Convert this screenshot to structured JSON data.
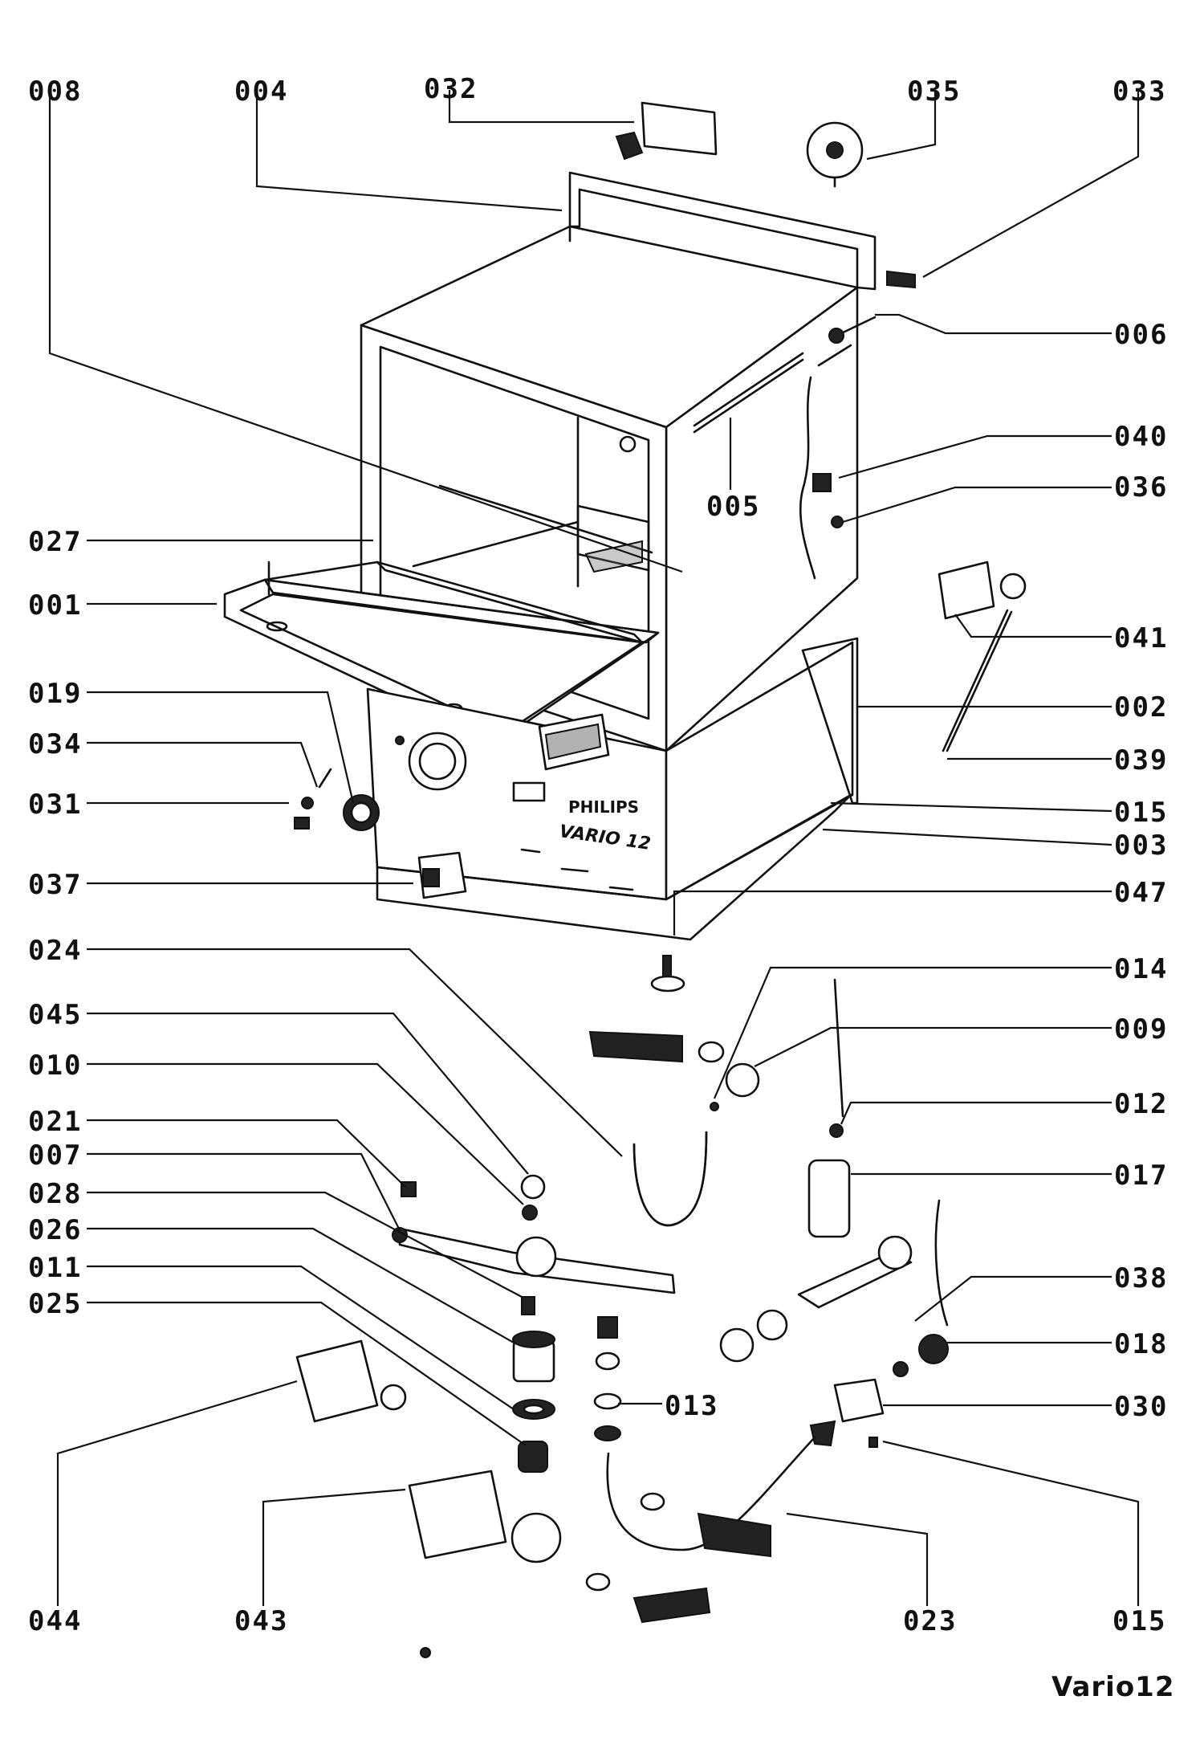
{
  "caption": "Vario12",
  "appliance": {
    "brand": "PHILIPS",
    "model": "VARIO 12"
  },
  "part_labels": {
    "p008": "008",
    "p004": "004",
    "p032": "032",
    "p035": "035",
    "p033": "033",
    "p006": "006",
    "p040": "040",
    "p036": "036",
    "p005": "005",
    "p027": "027",
    "p001": "001",
    "p041": "041",
    "p002": "002",
    "p019": "019",
    "p039": "039",
    "p034": "034",
    "p015a": "015",
    "p031": "031",
    "p003": "003",
    "p037": "037",
    "p047": "047",
    "p024": "024",
    "p014": "014",
    "p045": "045",
    "p009": "009",
    "p010": "010",
    "p012": "012",
    "p021": "021",
    "p017": "017",
    "p007": "007",
    "p028": "028",
    "p026": "026",
    "p038": "038",
    "p011": "011",
    "p018": "018",
    "p025": "025",
    "p013": "013",
    "p030": "030",
    "p044": "044",
    "p043": "043",
    "p023": "023",
    "p015b": "015"
  }
}
